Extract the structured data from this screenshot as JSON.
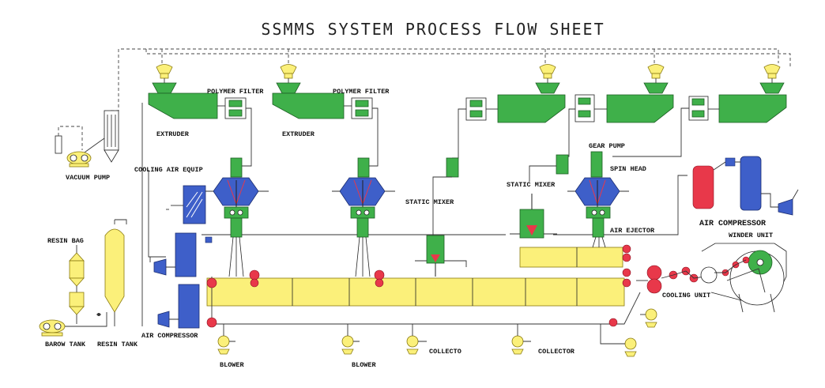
{
  "title": "SSMMS SYSTEM PROCESS FLOW SHEET",
  "labels": {
    "polymer_filter_1": "POLYMER FILTER",
    "polymer_filter_2": "POLYMER FILTER",
    "extruder_1": "EXTRUDER",
    "extruder_2": "EXTRUDER",
    "vacuum_pump": "VACUUM PUMP",
    "cooling_air_equip": "COOLING AIR EQUIP",
    "static_mixer_1": "STATIC MIXER",
    "static_mixer_2": "STATIC MIXER",
    "gear_pump": "GEAR PUMP",
    "spin_head": "SPIN HEAD",
    "air_compressor_right": "AIR COMPRESSOR",
    "air_ejector": "AIR EJECTOR",
    "winder_unit": "WINDER UNIT",
    "resin_bag": "RESIN BAG",
    "resin_tank": "RESIN TANK",
    "barow_tank": "BAROW TANK",
    "air_compressor_left": "AIR COMPRESSOR",
    "cooling_unit": "COOLING UNIT",
    "blower_1": "BLOWER",
    "blower_2": "BLOWER",
    "collecto": "COLLECTO",
    "collector": "COLLECTOR"
  },
  "colors": {
    "green": "#3fb04a",
    "blue": "#3e5fc9",
    "yellow": "#fbf07a",
    "red": "#e8384a"
  }
}
